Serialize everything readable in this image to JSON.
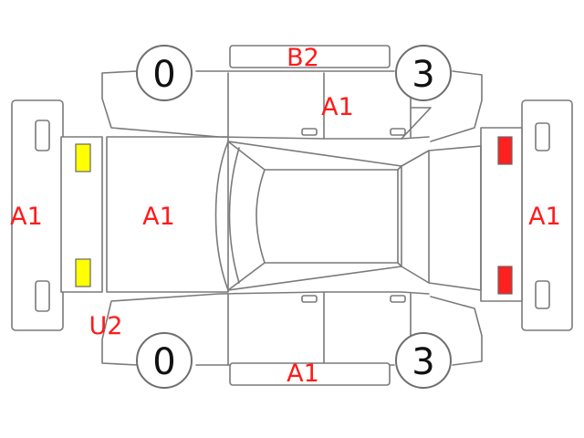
{
  "colors": {
    "code_text": "#ff1a1a",
    "outline": "#7a7a7a",
    "lamp_yellow": "#ffff00",
    "lamp_red": "#ff2020"
  },
  "wheels": {
    "front_left": "0",
    "rear_left": "3",
    "front_right": "0",
    "rear_right": "3"
  },
  "codes": {
    "roof_top": "B2",
    "right_side_rear_door": "A1",
    "front_bumper": "A1",
    "hood": "A1",
    "rear_bumper": "A1",
    "front_left_corner": "U2",
    "left_side_bottom": "A1"
  }
}
